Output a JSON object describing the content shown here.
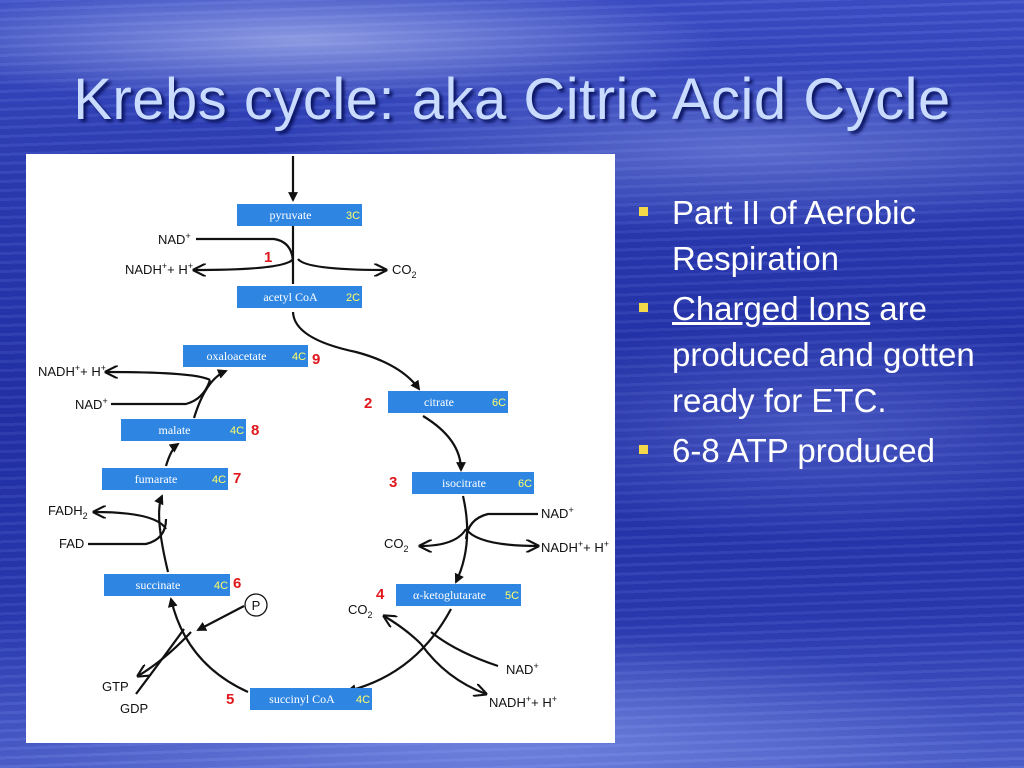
{
  "slide": {
    "title": "Krebs cycle: aka Citric Acid Cycle"
  },
  "bullets": [
    {
      "text": "Part II of Aerobic Respiration"
    },
    {
      "underlined": "Charged Ions",
      "rest": " are produced and gotten ready for ETC."
    },
    {
      "text": "6-8 ATP produced"
    }
  ],
  "diagram": {
    "molecules": [
      {
        "id": "pyruvate",
        "name": "pyruvate",
        "carbons": "3C"
      },
      {
        "id": "acetyl-coa",
        "name": "acetyl CoA",
        "carbons": "2C"
      },
      {
        "id": "oxaloacetate",
        "name": "oxaloacetate",
        "carbons": "4C",
        "step": "9"
      },
      {
        "id": "citrate",
        "name": "citrate",
        "carbons": "6C",
        "step": "2"
      },
      {
        "id": "malate",
        "name": "malate",
        "carbons": "4C",
        "step": "8"
      },
      {
        "id": "isocitrate",
        "name": "isocitrate",
        "carbons": "6C",
        "step": "3"
      },
      {
        "id": "fumarate",
        "name": "fumarate",
        "carbons": "4C",
        "step": "7"
      },
      {
        "id": "alpha-ketoglutarate",
        "name": "α-ketoglutarate",
        "carbons": "5C",
        "step": "4"
      },
      {
        "id": "succinate",
        "name": "succinate",
        "carbons": "4C",
        "step": "6"
      },
      {
        "id": "succinyl-coa",
        "name": "succinyl CoA",
        "carbons": "4C",
        "step": "5"
      }
    ],
    "step1": "1",
    "labels": {
      "nad": "NAD",
      "nadh": "NADH",
      "plus_h": "+ H",
      "sup_plus": "+",
      "co2": "CO",
      "sub_2": "2",
      "fadh": "FADH",
      "fad": "FAD",
      "gtp": "GTP",
      "gdp": "GDP",
      "phosphate": "P"
    }
  }
}
